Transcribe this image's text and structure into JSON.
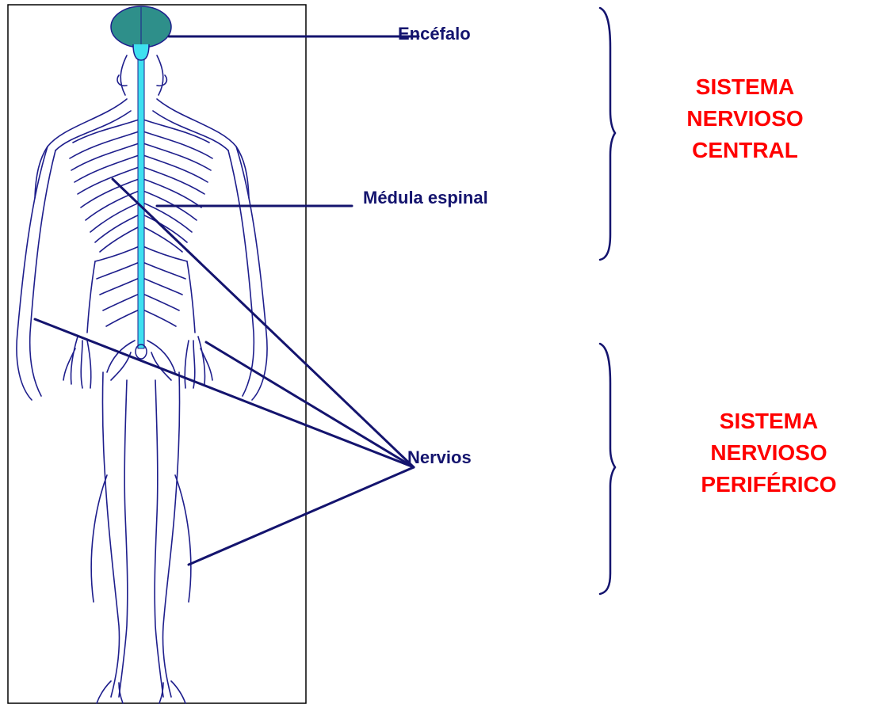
{
  "labels": {
    "encefalo": "Encéfalo",
    "medula": "Médula espinal",
    "nervios": "Nervios"
  },
  "central": [
    "SISTEMA",
    "NERVIOSO",
    "CENTRAL"
  ],
  "periferico": [
    "SISTEMA",
    "NERVIOSO",
    "PERIFÉRICO"
  ],
  "colors": {
    "nerve": "#1e1e8c",
    "leader": "#14146e",
    "brain": "#2e8f8a",
    "spine": "#3ee0f0",
    "title": "#ff0000"
  }
}
